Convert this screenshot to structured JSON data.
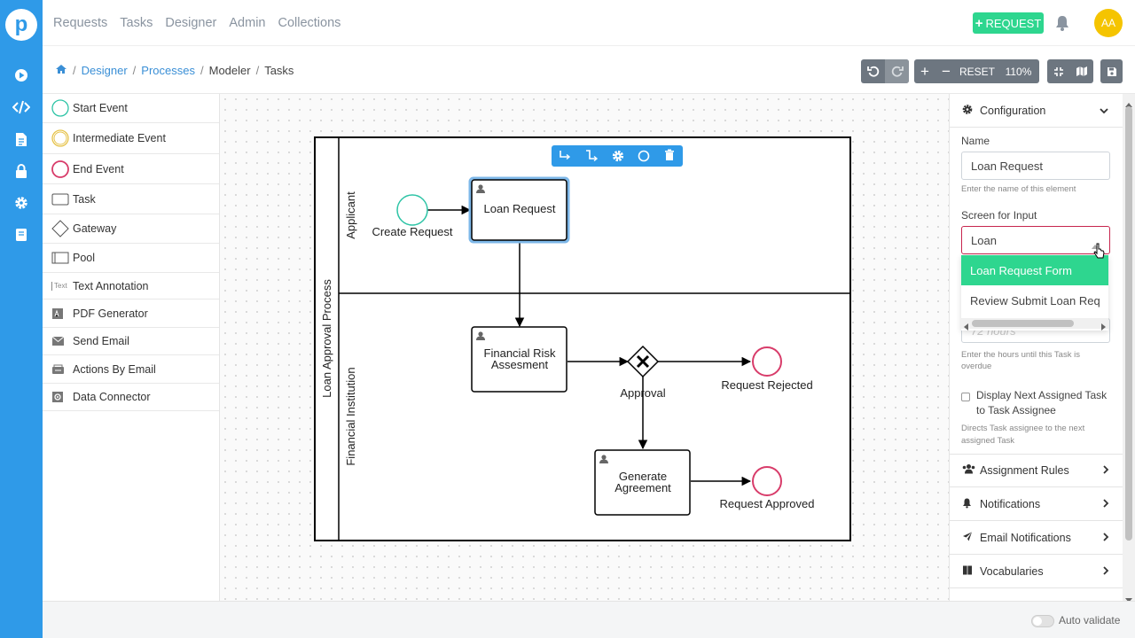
{
  "nav": {
    "items": [
      "Requests",
      "Tasks",
      "Designer",
      "Admin",
      "Collections"
    ],
    "request_button": "REQUEST",
    "avatar_initials": "AA",
    "accent": "#2f9ae8",
    "request_color": "#2ed68f"
  },
  "breadcrumb": {
    "links": [
      "Designer",
      "Processes"
    ],
    "rest": [
      "Modeler",
      "Tasks"
    ]
  },
  "toolbar": {
    "reset_label": "RESET",
    "zoom": "110%"
  },
  "palette": [
    {
      "label": "Start Event",
      "icon": "start-event-icon"
    },
    {
      "label": "Intermediate Event",
      "icon": "intermediate-event-icon"
    },
    {
      "label": "End Event",
      "icon": "end-event-icon"
    },
    {
      "label": "Task",
      "icon": "task-icon"
    },
    {
      "label": "Gateway",
      "icon": "gateway-icon"
    },
    {
      "label": "Pool",
      "icon": "pool-icon"
    },
    {
      "label": "Text Annotation",
      "icon": "text-annotation-icon",
      "icon_text": "Text"
    },
    {
      "label": "PDF Generator",
      "icon": "pdf-icon"
    },
    {
      "label": "Send Email",
      "icon": "email-icon"
    },
    {
      "label": "Actions By Email",
      "icon": "actions-email-icon"
    },
    {
      "label": "Data Connector",
      "icon": "connector-icon"
    }
  ],
  "diagram": {
    "pool_label": "Loan Approval Process",
    "lane1": "Applicant",
    "lane2": "Financial Institution",
    "start_label": "Create Request",
    "task1_label": "Loan Request",
    "task2_line1": "Financial Risk",
    "task2_line2": "Assesment",
    "gateway_label": "Approval",
    "end_rejected_label": "Request Rejected",
    "task3_line1": "Generate",
    "task3_line2": "Agreement",
    "end_approved_label": "Request Approved"
  },
  "config": {
    "header": "Configuration",
    "name_label": "Name",
    "name_value": "Loan Request",
    "name_help": "Enter the name of this element",
    "screen_label": "Screen for Input",
    "screen_value": "Loan",
    "options": [
      "Loan Request Form",
      "Review Submit Loan Req"
    ],
    "due_value": "72 hours",
    "due_help_1": "Enter the hours until this Task is",
    "due_help_2": "overdue",
    "checkbox_line1": "Display Next Assigned Task",
    "checkbox_line2": "to Task Assignee",
    "checkbox_help_1": "Directs Task assignee to the next",
    "checkbox_help_2": "assigned Task",
    "sections": [
      "Assignment Rules",
      "Notifications",
      "Email Notifications",
      "Vocabularies"
    ],
    "option_highlight": "#2ed68f"
  },
  "footer": {
    "auto_validate": "Auto validate"
  }
}
